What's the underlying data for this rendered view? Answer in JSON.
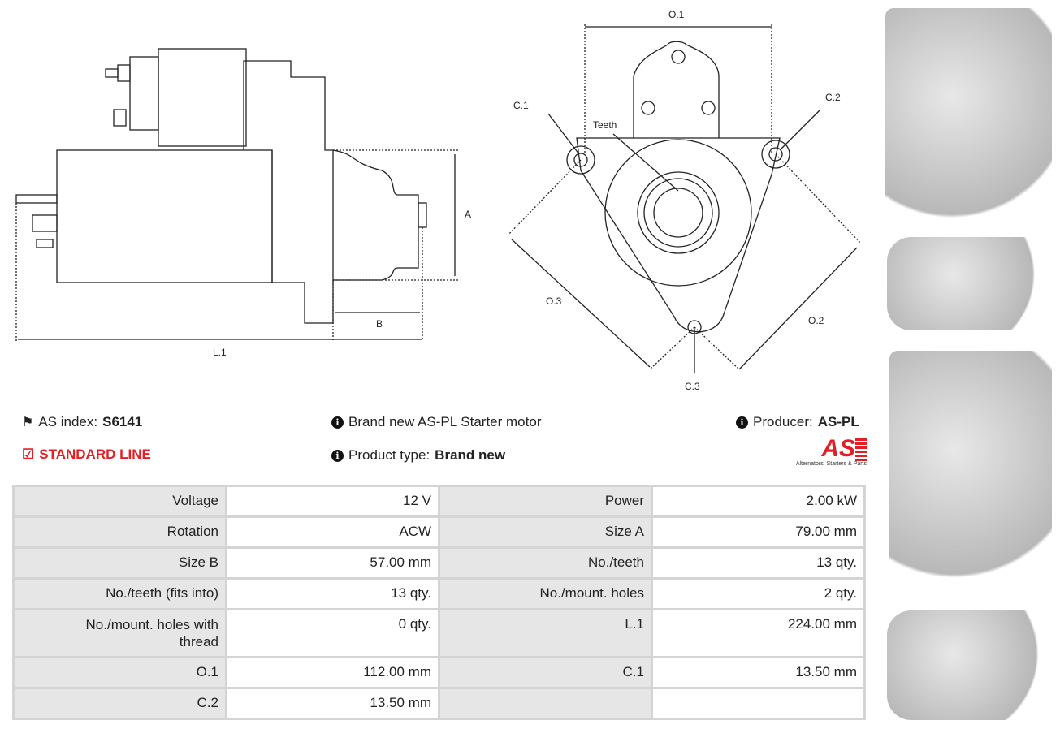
{
  "drawing_labels": {
    "o1": "O.1",
    "o2": "O.2",
    "o3": "O.3",
    "c1": "C.1",
    "c2": "C.2",
    "c3": "C.3",
    "teeth": "Teeth",
    "a": "A",
    "b": "B",
    "l1": "L.1"
  },
  "info": {
    "as_index_label": "AS index:",
    "as_index_value": "S6141",
    "line": "STANDARD LINE",
    "description": "Brand new AS-PL Starter motor",
    "product_type_label": "Product type:",
    "product_type_value": "Brand new",
    "producer_label": "Producer:",
    "producer_value": "AS-PL",
    "logo_text": "AS",
    "logo_tagline": "Alternators, Starters & Parts"
  },
  "specs": [
    [
      "Voltage",
      "12 V",
      "Power",
      "2.00 kW"
    ],
    [
      "Rotation",
      "ACW",
      "Size A",
      "79.00 mm"
    ],
    [
      "Size B",
      "57.00 mm",
      "No./teeth",
      "13 qty."
    ],
    [
      "No./teeth (fits into)",
      "13 qty.",
      "No./mount. holes",
      "2 qty."
    ],
    [
      "No./mount. holes with thread",
      "0 qty.",
      "L.1",
      "224.00 mm"
    ],
    [
      "O.1",
      "112.00 mm",
      "C.1",
      "13.50 mm"
    ],
    [
      "C.2",
      "13.50 mm",
      "",
      ""
    ]
  ],
  "colors": {
    "accent": "#e31e24",
    "label_bg": "#e6e6e6",
    "border": "#d4d4d4"
  }
}
